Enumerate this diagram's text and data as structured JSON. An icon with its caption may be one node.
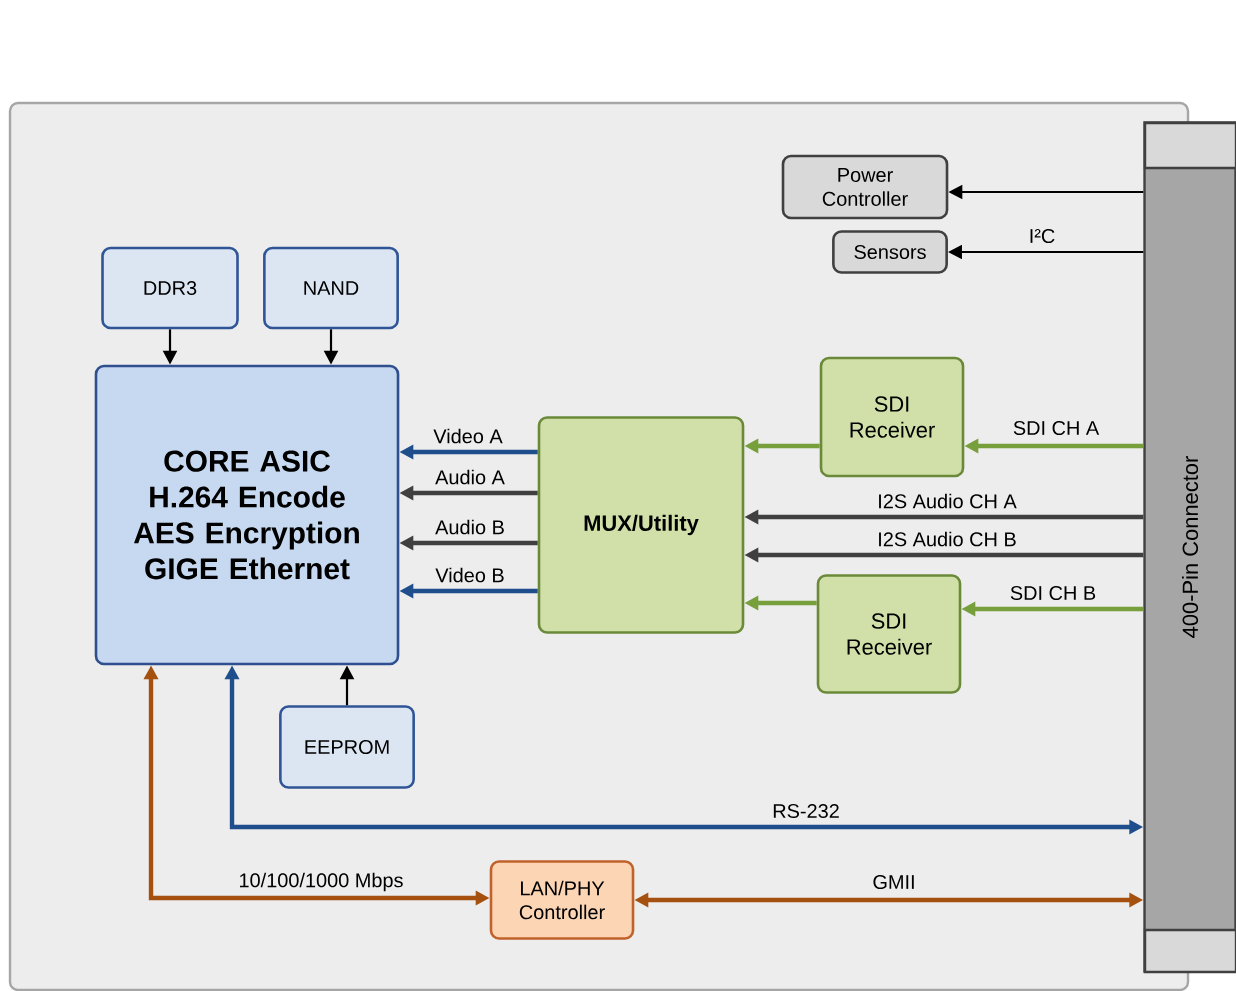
{
  "diagram": {
    "nodes": [
      {
        "text": [
          "DDR3"
        ]
      },
      {
        "text": [
          "NAND"
        ]
      },
      {
        "text": [
          "CORE ASIC H.264 Encode AES Encryption GIGE Ethernet"
        ]
      },
      {
        "text": [
          "Power Controller"
        ]
      },
      {
        "text": [
          "Sensors"
        ]
      },
      {
        "text": [
          "MUX/Utility"
        ]
      },
      {
        "text": [
          "SDI Receiver"
        ]
      },
      {
        "text": [
          "SDI Receiver"
        ]
      },
      {
        "text": [
          "EEPROM"
        ]
      },
      {
        "text": [
          "LAN/PHY Controller"
        ]
      },
      {
        "text": [
          "400-Pin Connector"
        ]
      }
    ],
    "edges": [
      {
        "from": 0,
        "to": 2,
        "arrow": "to"
      },
      {
        "from": 1,
        "to": 2,
        "arrow": "to"
      },
      {
        "from": 10,
        "to": 3,
        "arrow": "to"
      },
      {
        "from": 10,
        "to": 4,
        "arrow": "to",
        "label": "I²C"
      },
      {
        "from": 5,
        "to": 2,
        "arrow": "to",
        "label": "Video A",
        "color": "#1f4e8c"
      },
      {
        "from": 5,
        "to": 2,
        "arrow": "to",
        "label": "Audio A",
        "color": "#404040"
      },
      {
        "from": 5,
        "to": 2,
        "arrow": "to",
        "label": "Audio B",
        "color": "#404040"
      },
      {
        "from": 5,
        "to": 2,
        "arrow": "to",
        "label": "Video B",
        "color": "#1f4e8c"
      },
      {
        "from": 6,
        "to": 5,
        "arrow": "to",
        "color": "#77a03c"
      },
      {
        "from": 10,
        "to": 6,
        "arrow": "to",
        "label": "SDI CH A",
        "color": "#77a03c"
      },
      {
        "from": 10,
        "to": 5,
        "arrow": "to",
        "label": "I2S Audio CH A",
        "color": "#404040"
      },
      {
        "from": 10,
        "to": 5,
        "arrow": "to",
        "label": "I2S Audio CH B",
        "color": "#404040"
      },
      {
        "from": 7,
        "to": 5,
        "arrow": "to",
        "color": "#77a03c"
      },
      {
        "from": 10,
        "to": 7,
        "arrow": "to",
        "label": "SDI CH B",
        "color": "#77a03c"
      },
      {
        "from": 8,
        "to": 2,
        "arrow": "to"
      },
      {
        "from": 2,
        "to": 10,
        "arrow": "both",
        "label": "RS-232",
        "color": "#1f4e8c"
      },
      {
        "from": 2,
        "to": 9,
        "arrow": "both",
        "label": "10/100/1000 Mbps",
        "color": "#a5500f"
      },
      {
        "from": 9,
        "to": 10,
        "arrow": "both",
        "label": "GMII",
        "color": "#a5500f"
      }
    ]
  }
}
